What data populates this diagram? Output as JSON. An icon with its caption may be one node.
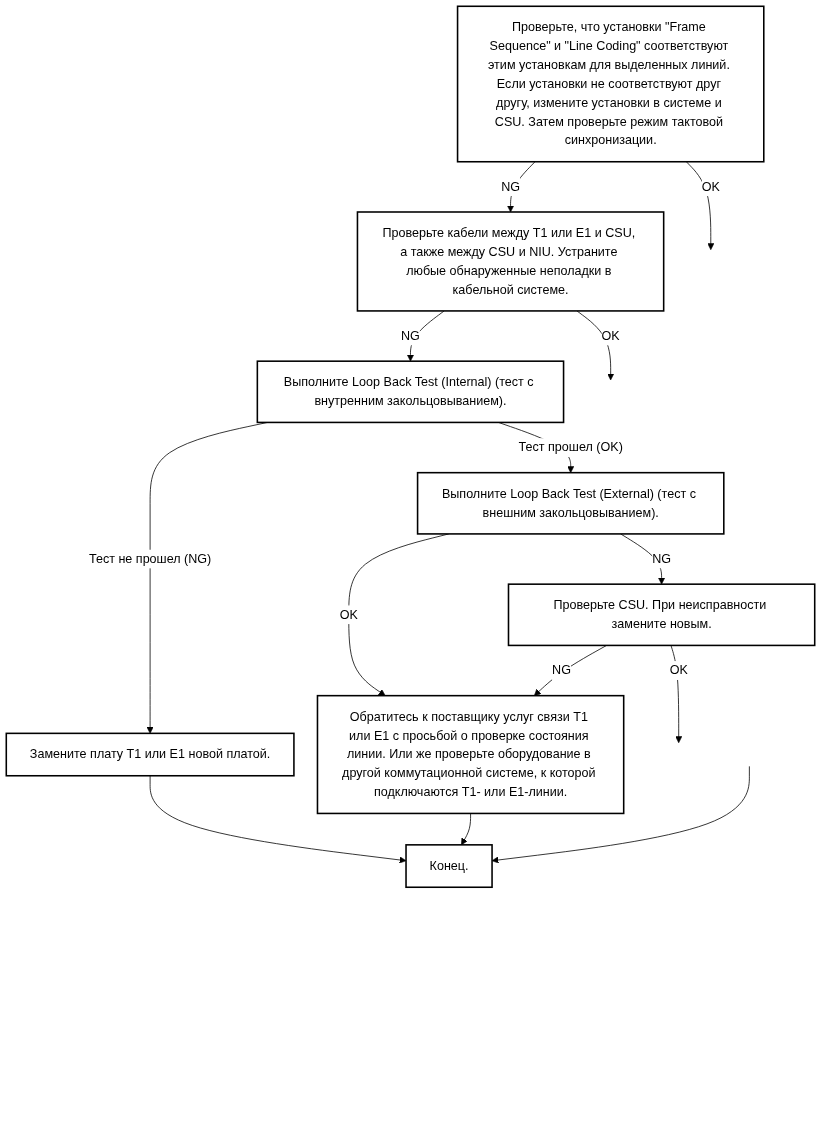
{
  "diagram": {
    "nodes": [
      {
        "text": [
          "Проверьте, что установки \"Frame Sequence\" и \"Line Coding\" соответствуют этим установкам для выделенных линий. Если установки не соответствуют друг другу, измените установки в системе и CSU. Затем проверьте режим тактовой синхронизации."
        ]
      },
      {
        "text": [
          "Проверьте кабели между T1 или E1 и CSU, а также между CSU и NIU. Устраните любые обнаруженные неполадки в кабельной системе."
        ]
      },
      {
        "text": [
          "Выполните Loop Back Test (Internal) (тест с внутренним закольцовыванием)."
        ]
      },
      {
        "text": [
          "Замените плату T1 или E1 новой платой."
        ]
      },
      {
        "text": [
          "Выполните Loop Back Test (External) (тест с внешним закольцовыванием)."
        ]
      },
      {
        "text": [
          "Проверьте CSU. При неисправности замените новым."
        ]
      },
      {
        "text": [
          "Обратитесь к поставщику услуг связи T1 или E1 с просьбой о проверке состояния линии. Или же проверьте оборудование в другой коммутационной системе, к которой подключаются T1- или E1-линии."
        ]
      },
      {
        "text": [
          "Конец."
        ]
      }
    ],
    "edges": [
      {
        "from": 0,
        "to": 1,
        "arrow": "to",
        "label": "NG"
      },
      {
        "from": 0,
        "to": null,
        "arrow": "to",
        "label": "OK"
      },
      {
        "from": 1,
        "to": 2,
        "arrow": "to",
        "label": "NG"
      },
      {
        "from": 1,
        "to": null,
        "arrow": "to",
        "label": "OK"
      },
      {
        "from": 2,
        "to": 3,
        "arrow": "to",
        "label": "Тест не прошел (NG)"
      },
      {
        "from": 2,
        "to": 4,
        "arrow": "to",
        "label": "Тест прошел (OK)"
      },
      {
        "from": 3,
        "to": 7,
        "arrow": "to"
      },
      {
        "from": 4,
        "to": 5,
        "arrow": "to",
        "label": "NG"
      },
      {
        "from": 4,
        "to": 6,
        "arrow": "to",
        "label": "OK"
      },
      {
        "from": 5,
        "to": 6,
        "arrow": "to",
        "label": "NG"
      },
      {
        "from": 5,
        "to": null,
        "arrow": "to",
        "label": "OK"
      },
      {
        "from": 6,
        "to": 7,
        "arrow": "to"
      },
      {
        "from": null,
        "to": 7,
        "arrow": "to"
      }
    ]
  }
}
